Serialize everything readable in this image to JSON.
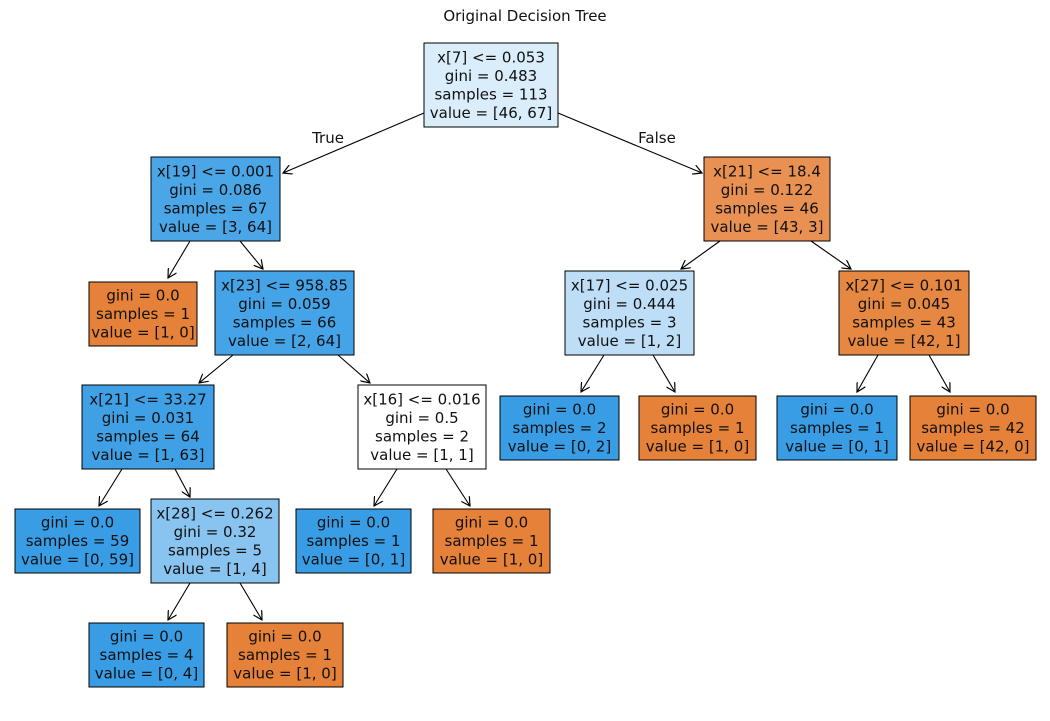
{
  "title": "Original Decision Tree",
  "colors": {
    "class0": "#e58139",
    "class1": "#399de5",
    "edge": "#000000",
    "border": "#000000"
  },
  "edge_labels": {
    "true": "True",
    "false": "False"
  },
  "nodes": [
    {
      "id": "n0",
      "lines": [
        "x[7] <= 0.053",
        "gini = 0.483",
        "samples = 113",
        "value = [46, 67]"
      ],
      "value": [
        46,
        67
      ]
    },
    {
      "id": "n1",
      "lines": [
        "x[19] <= 0.001",
        "gini = 0.086",
        "samples = 67",
        "value = [3, 64]"
      ],
      "value": [
        3,
        64
      ]
    },
    {
      "id": "n2",
      "lines": [
        "x[21] <= 18.4",
        "gini = 0.122",
        "samples = 46",
        "value = [43, 3]"
      ],
      "value": [
        43,
        3
      ]
    },
    {
      "id": "n3",
      "lines": [
        "gini = 0.0",
        "samples = 1",
        "value = [1, 0]"
      ],
      "value": [
        1,
        0
      ]
    },
    {
      "id": "n4",
      "lines": [
        "x[23] <= 958.85",
        "gini = 0.059",
        "samples = 66",
        "value = [2, 64]"
      ],
      "value": [
        2,
        64
      ]
    },
    {
      "id": "n5",
      "lines": [
        "x[17] <= 0.025",
        "gini = 0.444",
        "samples = 3",
        "value = [1, 2]"
      ],
      "value": [
        1,
        2
      ]
    },
    {
      "id": "n6",
      "lines": [
        "x[27] <= 0.101",
        "gini = 0.045",
        "samples = 43",
        "value = [42, 1]"
      ],
      "value": [
        42,
        1
      ]
    },
    {
      "id": "n7",
      "lines": [
        "x[21] <= 33.27",
        "gini = 0.031",
        "samples = 64",
        "value = [1, 63]"
      ],
      "value": [
        1,
        63
      ]
    },
    {
      "id": "n8",
      "lines": [
        "x[16] <= 0.016",
        "gini = 0.5",
        "samples = 2",
        "value = [1, 1]"
      ],
      "value": [
        1,
        1
      ]
    },
    {
      "id": "n9",
      "lines": [
        "gini = 0.0",
        "samples = 2",
        "value = [0, 2]"
      ],
      "value": [
        0,
        2
      ]
    },
    {
      "id": "n10",
      "lines": [
        "gini = 0.0",
        "samples = 1",
        "value = [1, 0]"
      ],
      "value": [
        1,
        0
      ]
    },
    {
      "id": "n11",
      "lines": [
        "gini = 0.0",
        "samples = 1",
        "value = [0, 1]"
      ],
      "value": [
        0,
        1
      ]
    },
    {
      "id": "n12",
      "lines": [
        "gini = 0.0",
        "samples = 42",
        "value = [42, 0]"
      ],
      "value": [
        42,
        0
      ]
    },
    {
      "id": "n13",
      "lines": [
        "gini = 0.0",
        "samples = 59",
        "value = [0, 59]"
      ],
      "value": [
        0,
        59
      ]
    },
    {
      "id": "n14",
      "lines": [
        "x[28] <= 0.262",
        "gini = 0.32",
        "samples = 5",
        "value = [1, 4]"
      ],
      "value": [
        1,
        4
      ]
    },
    {
      "id": "n15",
      "lines": [
        "gini = 0.0",
        "samples = 1",
        "value = [0, 1]"
      ],
      "value": [
        0,
        1
      ]
    },
    {
      "id": "n16",
      "lines": [
        "gini = 0.0",
        "samples = 1",
        "value = [1, 0]"
      ],
      "value": [
        1,
        0
      ]
    },
    {
      "id": "n17",
      "lines": [
        "gini = 0.0",
        "samples = 4",
        "value = [0, 4]"
      ],
      "value": [
        0,
        4
      ]
    },
    {
      "id": "n18",
      "lines": [
        "gini = 0.0",
        "samples = 1",
        "value = [1, 0]"
      ],
      "value": [
        1,
        0
      ]
    }
  ],
  "edges": [
    {
      "from": "n0",
      "to": "n1",
      "label": "true"
    },
    {
      "from": "n0",
      "to": "n2",
      "label": "false"
    },
    {
      "from": "n1",
      "to": "n3"
    },
    {
      "from": "n1",
      "to": "n4"
    },
    {
      "from": "n2",
      "to": "n5"
    },
    {
      "from": "n2",
      "to": "n6"
    },
    {
      "from": "n4",
      "to": "n7"
    },
    {
      "from": "n4",
      "to": "n8"
    },
    {
      "from": "n5",
      "to": "n9"
    },
    {
      "from": "n5",
      "to": "n10"
    },
    {
      "from": "n6",
      "to": "n11"
    },
    {
      "from": "n6",
      "to": "n12"
    },
    {
      "from": "n7",
      "to": "n13"
    },
    {
      "from": "n7",
      "to": "n14"
    },
    {
      "from": "n8",
      "to": "n15"
    },
    {
      "from": "n8",
      "to": "n16"
    },
    {
      "from": "n14",
      "to": "n17"
    },
    {
      "from": "n14",
      "to": "n18"
    }
  ]
}
